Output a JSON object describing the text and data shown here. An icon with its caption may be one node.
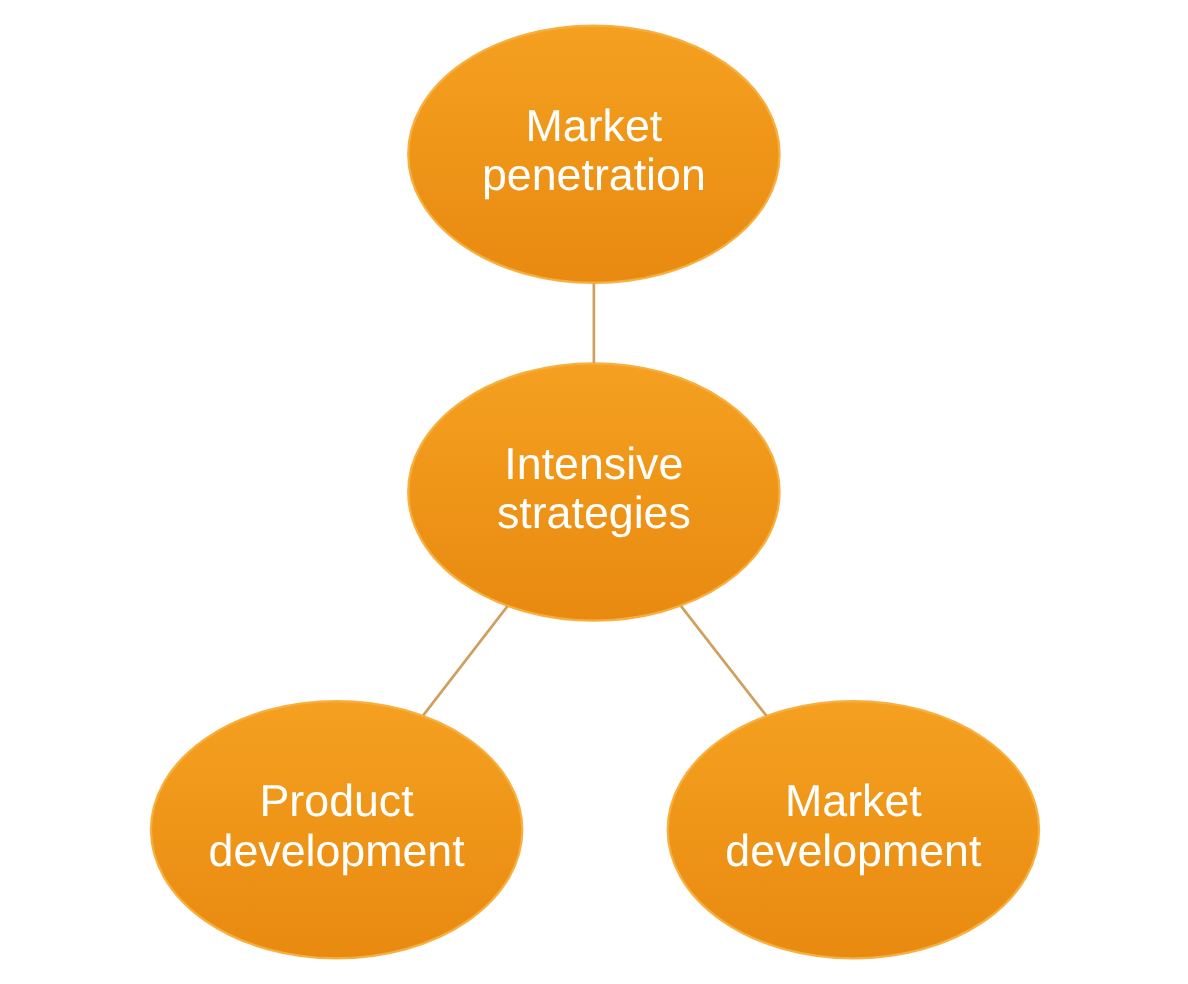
{
  "diagram": {
    "nodes": [
      {
        "text": [
          "Market penetration"
        ]
      },
      {
        "text": [
          "Intensive strategies"
        ]
      },
      {
        "text": [
          "Product development"
        ]
      },
      {
        "text": [
          "Market development"
        ]
      }
    ],
    "edges": [
      {
        "from": 1,
        "to": 0,
        "arrow": "none"
      },
      {
        "from": 1,
        "to": 2,
        "arrow": "none"
      },
      {
        "from": 1,
        "to": 3,
        "arrow": "none"
      }
    ]
  }
}
